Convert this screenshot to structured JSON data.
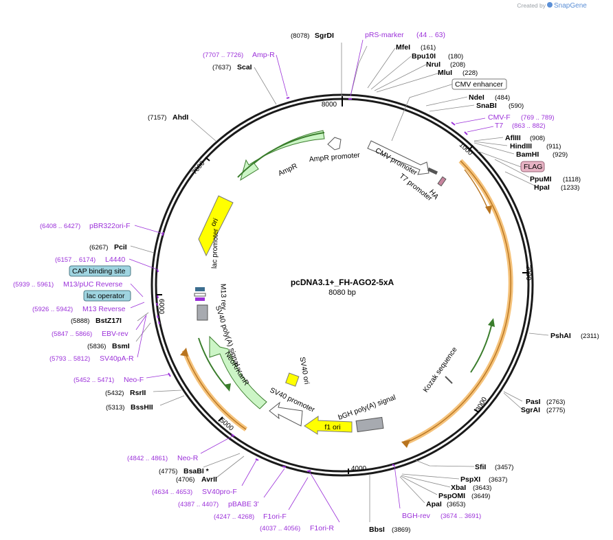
{
  "watermark": {
    "created_by": "Created by",
    "brand": "SnapGene"
  },
  "plasmid": {
    "name": "pcDNA3.1+_FH-AGO2-5xA",
    "size": "8080 bp"
  },
  "ticks": [
    "8000",
    "1000",
    "2000",
    "3000",
    "4000",
    "5000",
    "6000",
    "7000"
  ],
  "enzymes": [
    {
      "name": "SgrDI",
      "pos": "(8078)"
    },
    {
      "name": "MfeI",
      "pos": "(161)"
    },
    {
      "name": "Bpu10I",
      "pos": "(180)"
    },
    {
      "name": "NruI",
      "pos": "(208)"
    },
    {
      "name": "MluI",
      "pos": "(228)"
    },
    {
      "name": "NdeI",
      "pos": "(484)"
    },
    {
      "name": "SnaBI",
      "pos": "(590)"
    },
    {
      "name": "AflIII",
      "pos": "(908)"
    },
    {
      "name": "HindIII",
      "pos": "(911)"
    },
    {
      "name": "BamHI",
      "pos": "(929)"
    },
    {
      "name": "PpuMI",
      "pos": "(1118)"
    },
    {
      "name": "HpaI",
      "pos": "(1233)"
    },
    {
      "name": "PshAI",
      "pos": "(2311)"
    },
    {
      "name": "PasI",
      "pos": "(2763)"
    },
    {
      "name": "SgrAI",
      "pos": "(2775)"
    },
    {
      "name": "SfiI",
      "pos": "(3457)"
    },
    {
      "name": "PspXI",
      "pos": "(3637)"
    },
    {
      "name": "XbaI",
      "pos": "(3643)"
    },
    {
      "name": "PspOMI",
      "pos": "(3649)"
    },
    {
      "name": "ApaI",
      "pos": "(3653)"
    },
    {
      "name": "BbsI",
      "pos": "(3869)"
    },
    {
      "name": "BsaBI *",
      "pos": "(4775)"
    },
    {
      "name": "AvrII",
      "pos": "(4706)"
    },
    {
      "name": "BssHII",
      "pos": "(5313)"
    },
    {
      "name": "RsrII",
      "pos": "(5432)"
    },
    {
      "name": "BsmI",
      "pos": "(5836)"
    },
    {
      "name": "BstZ17I",
      "pos": "(5888)"
    },
    {
      "name": "PciI",
      "pos": "(6267)"
    },
    {
      "name": "AhdI",
      "pos": "(7157)"
    },
    {
      "name": "ScaI",
      "pos": "(7637)"
    }
  ],
  "primers": [
    {
      "name": "pRS-marker",
      "range": "(44 .. 63)"
    },
    {
      "name": "CMV-F",
      "range": "(769 .. 789)"
    },
    {
      "name": "T7",
      "range": "(863 .. 882)"
    },
    {
      "name": "BGH-rev",
      "range": "(3674 .. 3691)"
    },
    {
      "name": "F1ori-R",
      "range": "(4037 .. 4056)"
    },
    {
      "name": "F1ori-F",
      "range": "(4247 .. 4268)"
    },
    {
      "name": "pBABE 3'",
      "range": "(4387 .. 4407)"
    },
    {
      "name": "SV40pro-F",
      "range": "(4634 .. 4653)"
    },
    {
      "name": "Neo-R",
      "range": "(4842 .. 4861)"
    },
    {
      "name": "Neo-F",
      "range": "(5452 .. 5471)"
    },
    {
      "name": "SV40pA-R",
      "range": "(5793 .. 5812)"
    },
    {
      "name": "EBV-rev",
      "range": "(5847 .. 5866)"
    },
    {
      "name": "M13 Reverse",
      "range": "(5926 .. 5942)"
    },
    {
      "name": "M13/pUC Reverse",
      "range": "(5939 .. 5961)"
    },
    {
      "name": "L4440",
      "range": "(6157 .. 6174)"
    },
    {
      "name": "pBR322ori-F",
      "range": "(6408 .. 6427)"
    },
    {
      "name": "Amp-R",
      "range": "(7707 .. 7726)"
    }
  ],
  "boxed_features": {
    "cmv_enhancer": "CMV enhancer",
    "flag": "FLAG",
    "cap_binding_site": "CAP binding site",
    "lac_operator": "lac operator"
  },
  "inner_features": {
    "ampr_promoter": "AmpR promoter",
    "ampr": "AmpR",
    "ori": "ori",
    "lac_promoter": "lac promoter",
    "m13_rev": "M13 rev",
    "sv40_polya": "SV40 poly(A) signal",
    "neor": "NeoR/KanR",
    "sv40_ori": "SV40 ori",
    "sv40_promoter": "SV40 promoter",
    "f1_ori": "f1 ori",
    "bgh_polya": "bGH poly(A) signal",
    "kozak": "Kozak sequence",
    "cmv_promoter": "CMV promoter",
    "t7_promoter": "T7 promoter",
    "ha": "HA"
  },
  "colors": {
    "backbone": "#1a1a1a",
    "primer": "#9b30d9",
    "orf_fill": "#ccf5c6",
    "orf_stroke": "#3a7d2c",
    "ori_fill": "#ffff00",
    "gene_orange": "#f5c27a",
    "gene_stroke": "#b8741f",
    "grey_feature": "#a7aab0",
    "boxed_blue": "#9fd4e0",
    "flag_pink": "#e7b3c4"
  }
}
